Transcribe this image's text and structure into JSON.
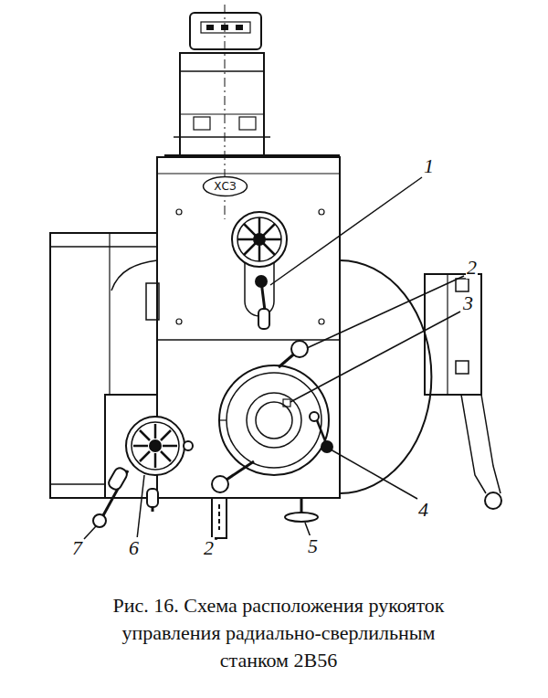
{
  "diagram": {
    "caption": "Рис. 16. Схема расположения рукояток управления радиально-сверлильным станком 2В56",
    "nodes": [
      {
        "text": [
          "ХСЗ"
        ]
      }
    ],
    "labels": [
      "1",
      "2",
      "3",
      "4",
      "7",
      "6",
      "2",
      "5"
    ]
  }
}
